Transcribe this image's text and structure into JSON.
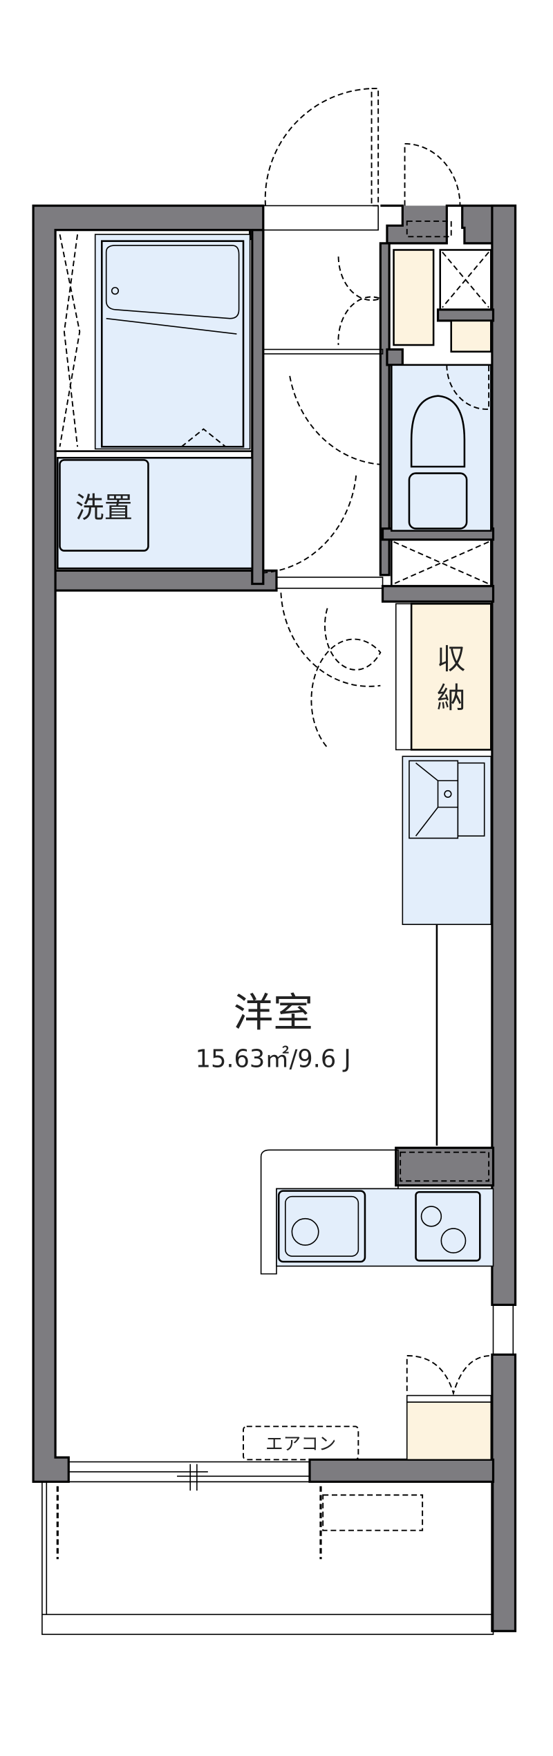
{
  "floorplan": {
    "rooms": {
      "main_room": {
        "label": "洋室",
        "area": "15.63㎡/9.6 J"
      },
      "laundry": {
        "label": "洗置"
      },
      "storage": {
        "label_line1": "収",
        "label_line2": "納"
      },
      "aircon": {
        "label": "エアコン"
      }
    },
    "colors": {
      "wall": "#7d7c80",
      "wet_area": "#e3eefb",
      "storage": "#fdf3df"
    }
  }
}
